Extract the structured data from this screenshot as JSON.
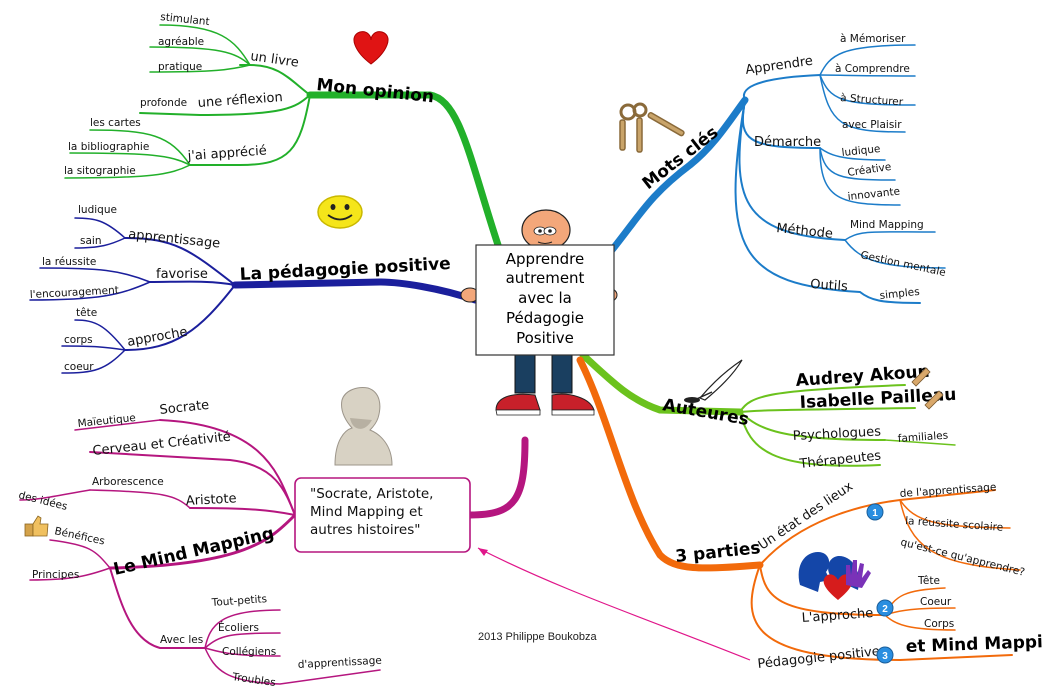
{
  "center": {
    "lines": [
      "Apprendre",
      "autrement",
      "avec la",
      "Pédagogie",
      "Positive"
    ]
  },
  "branches": {
    "mon_opinion": {
      "label": "Mon opinion",
      "color": "#22b02a",
      "un_livre": "un livre",
      "un_livre_leaves": [
        "stimulant",
        "agréable",
        "pratique"
      ],
      "reflexion": "une réflexion",
      "reflexion_leaf": "profonde",
      "apprecie": "j'ai apprécié",
      "apprecie_leaves": [
        "les cartes",
        "la bibliographie",
        "la sitographie"
      ]
    },
    "pedagogie": {
      "label": "La pédagogie positive",
      "color": "#1b1f9c",
      "apprentissage": "apprentissage",
      "apprentissage_leaves": [
        "ludique",
        "sain"
      ],
      "favorise": "favorise",
      "favorise_leaves": [
        "la réussite",
        "l'encouragement"
      ],
      "approche": "approche",
      "approche_leaves": [
        "tête",
        "corps",
        "coeur"
      ]
    },
    "socrate": {
      "box": [
        "\"Socrate, Aristote,",
        "Mind Mapping et",
        "autres histoires\""
      ],
      "color": "#b5167f",
      "socrate": "Socrate",
      "socrate_leaf": "Maïeutique",
      "cerveau": "Cerveau et Créativité",
      "aristote": "Aristote",
      "arborescence": "Arborescence",
      "des_idees": "des idées",
      "mind_mapping": "Le Mind Mapping",
      "benefices": "Bénéfices",
      "principes": "Principes",
      "avec_les": "Avec les",
      "avec_les_leaves": [
        "Tout-petits",
        "Écoliers",
        "Collégiens",
        "Troubles"
      ],
      "troubles_leaf": "d'apprentissage"
    },
    "mots_cles": {
      "label": "Mots clés",
      "color": "#1c7cc9",
      "apprendre": "Apprendre",
      "apprendre_leaves": [
        "à Mémoriser",
        "à Comprendre",
        "à Structurer",
        "avec Plaisir"
      ],
      "demarche": "Démarche",
      "demarche_leaves": [
        "ludique",
        "Créative",
        "innovante"
      ],
      "methode": "Méthode",
      "methode_leaves": [
        "Mind Mapping",
        "Gestion mentale"
      ],
      "outils": "Outils",
      "outils_leaf": "simples"
    },
    "auteures": {
      "label": "Auteures",
      "color": "#6bc21d",
      "names": [
        "Audrey Akoun",
        "Isabelle Pailleau"
      ],
      "psychologues": "Psychologues",
      "familiales": "familiales",
      "therapeutes": "Thérapeutes"
    },
    "parties": {
      "label": "3 parties",
      "color": "#f26a0b",
      "etat": "Un état des lieux",
      "etat_leaves": [
        "de l'apprentissage",
        "la réussite scolaire",
        "qu'est-ce qu'apprendre?"
      ],
      "approche": "L'approche",
      "approche_leaves": [
        "Tête",
        "Coeur",
        "Corps"
      ],
      "pedagogie": "Pédagogie positive",
      "pedagogie_leaf": "et Mind Mapping",
      "numbers": [
        "1",
        "2",
        "3"
      ]
    }
  },
  "footer": "2013 Philippe Boukobza"
}
